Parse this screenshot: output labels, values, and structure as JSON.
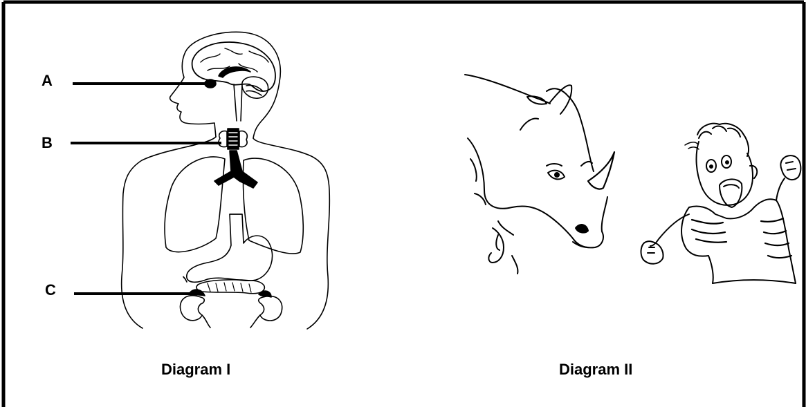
{
  "labels": {
    "a": "A",
    "b": "B",
    "c": "C"
  },
  "captions": {
    "diagram1": "Diagram I",
    "diagram2": "Diagram II"
  },
  "colors": {
    "line": "#000000",
    "background": "#ffffff"
  }
}
